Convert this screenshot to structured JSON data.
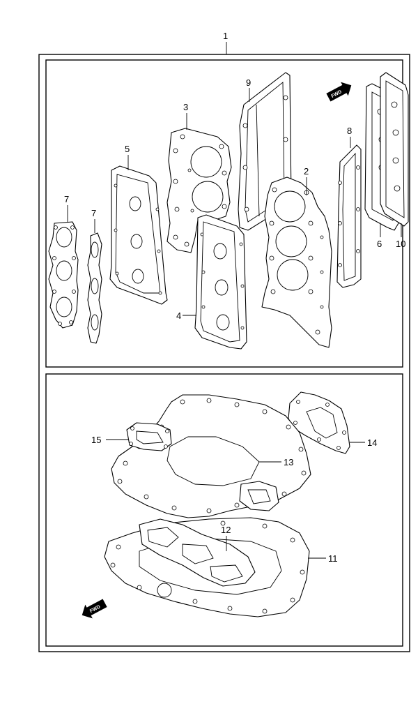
{
  "callouts": {
    "c1": "1",
    "c2": "2",
    "c3": "3",
    "c4": "4",
    "c5": "5",
    "c6": "6",
    "c7a": "7",
    "c7b": "7",
    "c8": "8",
    "c9": "9",
    "c10": "10",
    "c11": "11",
    "c12": "12",
    "c13": "13",
    "c14": "14",
    "c15": "15"
  },
  "fwd": {
    "top": "FWD",
    "bottom": "FWD"
  }
}
